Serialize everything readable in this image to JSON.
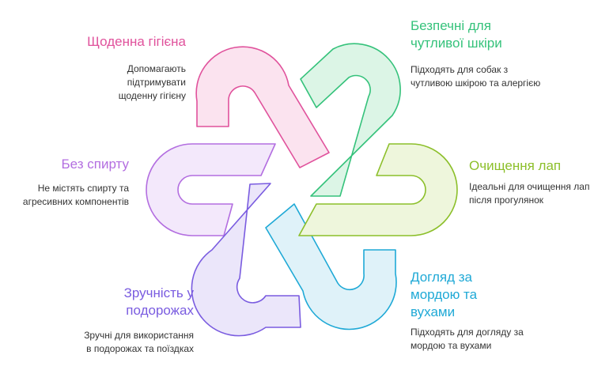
{
  "items": [
    {
      "title": "Щоденна гігієна",
      "description": "Допомагають підтримувати щоденну гігієну",
      "color": "#e0529c",
      "fill": "#fbe3ef"
    },
    {
      "title": "Безпечні для чутливої шкіри",
      "description": "Підходять для собак з чутливою шкірою та алергією",
      "color": "#35c27b",
      "fill": "#dcf5e6"
    },
    {
      "title": "Очищення лап",
      "description": "Ідеальні для очищення лап після прогулянок",
      "color": "#8cbf2a",
      "fill": "#eef6dc"
    },
    {
      "title": "Догляд за мордою та вухами",
      "description": "Підходять для догляду за мордою та вухами",
      "color": "#1fa9d6",
      "fill": "#dff2f9"
    },
    {
      "title": "Зручність у подорожах",
      "description": "Зручні для використання в подорожах та поїздках",
      "color": "#7a5ce0",
      "fill": "#ebe6fa"
    },
    {
      "title": "Без спирту",
      "description": "Не містять спирту та агресивних компонентів",
      "color": "#b36ee0",
      "fill": "#f3e8fb"
    }
  ]
}
